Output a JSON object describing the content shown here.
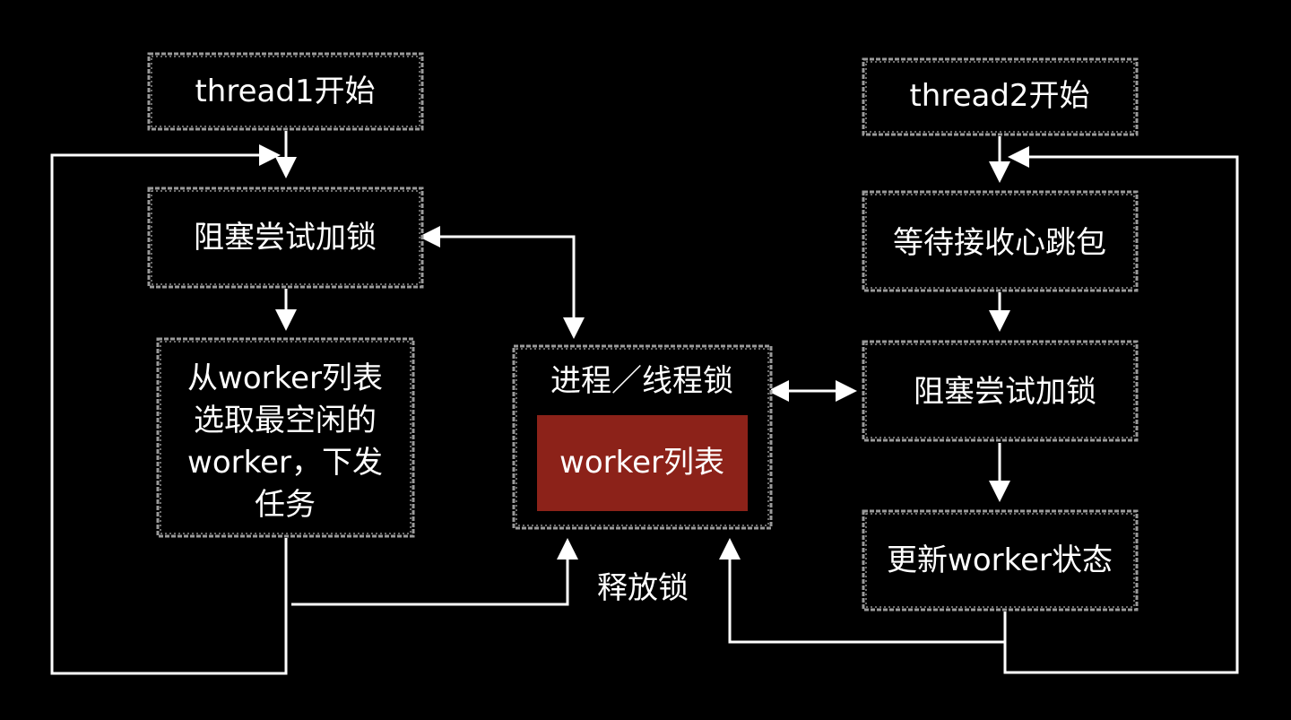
{
  "colors": {
    "background": "#000000",
    "node_border": "#9a9a9a",
    "text": "#ffffff",
    "worker_list_fill": "#8c2219"
  },
  "nodes": {
    "thread1_start": {
      "label": "thread1开始"
    },
    "t1_lock": {
      "label": "阻塞尝试加锁"
    },
    "t1_dispatch": {
      "lines": [
        "从worker列表",
        "选取最空闲的",
        "worker，下发",
        "任务"
      ]
    },
    "lock": {
      "label": "进程／线程锁"
    },
    "worker_list": {
      "label": "worker列表"
    },
    "thread2_start": {
      "label": "thread2开始"
    },
    "t2_wait": {
      "label": "等待接收心跳包"
    },
    "t2_lock": {
      "label": "阻塞尝试加锁"
    },
    "t2_update": {
      "label": "更新worker状态"
    }
  },
  "edges": {
    "release_label": "释放锁"
  }
}
